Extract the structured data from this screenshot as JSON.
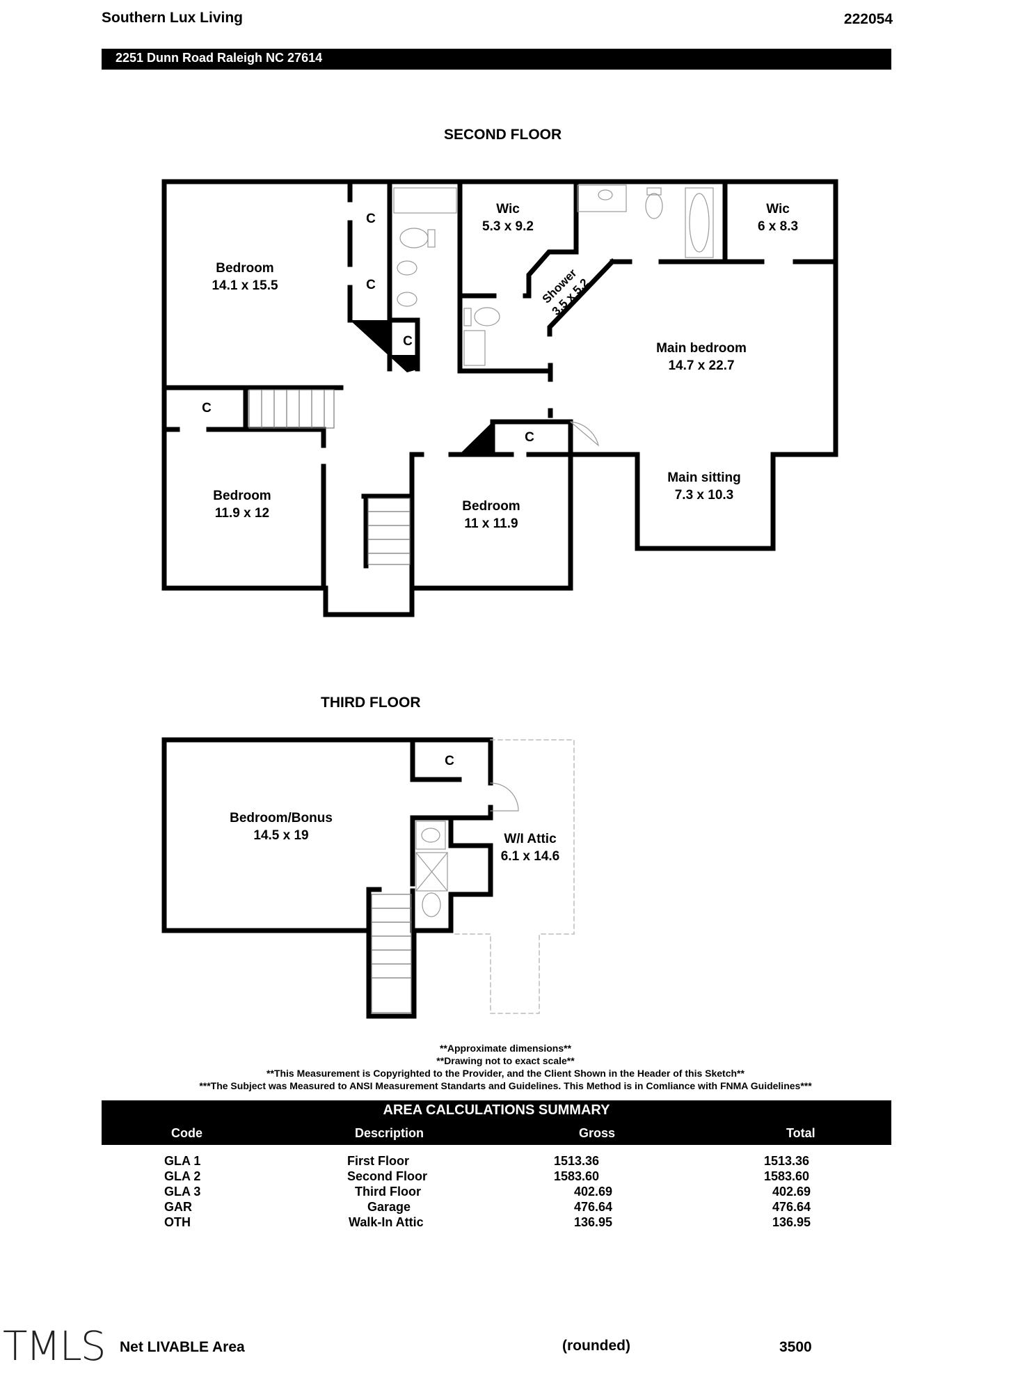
{
  "header": {
    "company": "Southern Lux Living",
    "sketch_id": "222054",
    "address": "2251 Dunn Road Raleigh NC 27614"
  },
  "second_floor": {
    "title": "SECOND FLOOR",
    "rooms": {
      "bedroom1_name": "Bedroom",
      "bedroom1_dim": "14.1 x 15.5",
      "wic1_name": "Wic",
      "wic1_dim": "5.3 x 9.2",
      "shower_name": "Shower",
      "shower_dim": "3.5 x 5.2",
      "wic2_name": "Wic",
      "wic2_dim": "6 x 8.3",
      "main_bedroom_name": "Main bedroom",
      "main_bedroom_dim": "14.7 x 22.7",
      "bedroom2_name": "Bedroom",
      "bedroom2_dim": "11.9 x 12",
      "bedroom3_name": "Bedroom",
      "bedroom3_dim": "11 x 11.9",
      "main_sitting_name": "Main sitting",
      "main_sitting_dim": "7.3 x 10.3",
      "closet": "C"
    }
  },
  "third_floor": {
    "title": "THIRD FLOOR",
    "rooms": {
      "bonus_name": "Bedroom/Bonus",
      "bonus_dim": "14.5 x 19",
      "attic_name": "W/I Attic",
      "attic_dim": "6.1 x 14.6",
      "closet": "C"
    }
  },
  "notes": [
    "**Approximate dimensions**",
    "**Drawing not to exact scale**",
    "**This Measurement is Copyrighted to the Provider, and the Client Shown in the Header of this Sketch**",
    "***The Subject was Measured to ANSI Measurement Standarts and Guidelines. This Method is in Comliance with FNMA Guidelines***"
  ],
  "summary": {
    "title": "AREA CALCULATIONS SUMMARY",
    "headers": {
      "code": "Code",
      "description": "Description",
      "gross": "Gross",
      "total": "Total"
    },
    "rows": [
      {
        "code": "GLA 1",
        "description": "First Floor",
        "gross": "1513.36",
        "total": "1513.36"
      },
      {
        "code": "GLA 2",
        "description": "Second Floor",
        "gross": "1583.60",
        "total": "1583.60"
      },
      {
        "code": "GLA 3",
        "description": "Third Floor",
        "gross": "402.69",
        "total": "402.69"
      },
      {
        "code": "GAR",
        "description": "Garage",
        "gross": "476.64",
        "total": "476.64"
      },
      {
        "code": "OTH",
        "description": "Walk-In Attic",
        "gross": "136.95",
        "total": "136.95"
      }
    ]
  },
  "footer": {
    "logo": "TMLS",
    "net_label": "Net LIVABLE Area",
    "rounded": "(rounded)",
    "net_value": "3500"
  }
}
